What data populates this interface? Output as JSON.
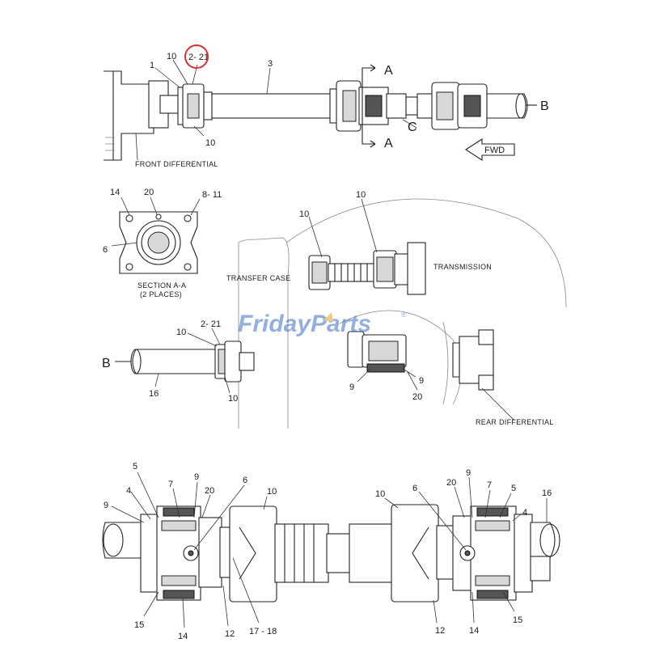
{
  "labels": {
    "l_1": "1",
    "l_10a": "10",
    "l_2_21a": "2- 21",
    "l_3": "3",
    "l_10b": "10",
    "l_A_top": "A",
    "l_A_bot": "A",
    "l_B_right": "B",
    "l_C": "C",
    "fwd": "FWD",
    "front_diff": "FRONT DIFFERENTIAL",
    "l_14a": "14",
    "l_20a": "20",
    "l_8_11": "8- 11",
    "l_6a": "6",
    "section_aa": "SECTION A-A",
    "two_places": "(2 PLACES)",
    "l_10c": "10",
    "l_10d": "10",
    "transfer_case": "TRANSFER CASE",
    "transmission": "TRANSMISSION",
    "l_10e": "10",
    "l_2_21b": "2- 21",
    "l_B_left": "B",
    "l_16a": "16",
    "l_10f": "10",
    "l_9a": "9",
    "l_9b": "9",
    "l_20b": "20",
    "rear_diff": "REAR DIFFERENTIAL",
    "d_5L": "5",
    "d_4L": "4",
    "d_9L1": "9",
    "d_7L": "7",
    "d_9L2": "9",
    "d_20L": "20",
    "d_6L": "6",
    "d_10L": "10",
    "d_15L": "15",
    "d_14L": "14",
    "d_12L": "12",
    "d_17_18": "17 - 18",
    "d_10R": "10",
    "d_6R": "6",
    "d_20R": "20",
    "d_9R": "9",
    "d_7R": "7",
    "d_5R": "5",
    "d_4R": "4",
    "d_16R": "16",
    "d_12R": "12",
    "d_14R": "14",
    "d_15R": "15"
  },
  "watermark": {
    "brand": "FridayParts",
    "mark": "®"
  },
  "colors": {
    "line": "#222222",
    "highlight_circle": "#d93030",
    "watermark_blue": "#3b6fc4",
    "watermark_gold": "#e0a12a"
  },
  "highlight": {
    "target": "2- 21"
  }
}
